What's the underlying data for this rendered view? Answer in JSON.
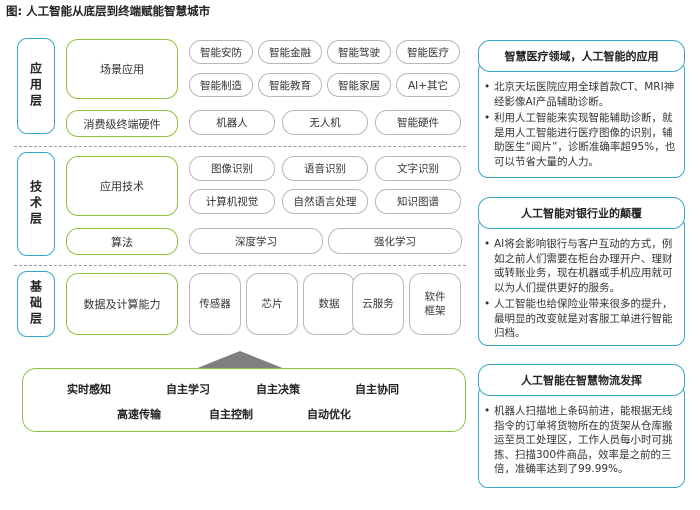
{
  "title": "图: 人工智能从底层到终端赋能智慧城市",
  "layers": {
    "application": {
      "label": "应用层",
      "scene": "场景应用",
      "consumer": "消费级终端硬件",
      "scene_items": [
        "智能安防",
        "智能金融",
        "智能驾驶",
        "智能医疗",
        "智能制造",
        "智能教育",
        "智能家居",
        "AI+其它"
      ],
      "hardware_items": [
        "机器人",
        "无人机",
        "智能硬件"
      ]
    },
    "technology": {
      "label": "技术层",
      "tech": "应用技术",
      "algo": "算法",
      "tech_items": [
        "图像识别",
        "语音识别",
        "文字识别",
        "计算机视觉",
        "自然语言处理",
        "知识图谱"
      ],
      "algo_items": [
        "深度学习",
        "强化学习"
      ]
    },
    "base": {
      "label": "基础层",
      "compute": "数据及计算能力",
      "items": [
        "传感器",
        "芯片",
        "数据",
        "云服务",
        "软件\n框架"
      ]
    }
  },
  "capabilities": {
    "row1": [
      "实时感知",
      "自主学习",
      "自主决策",
      "自主协同"
    ],
    "row2": [
      "高速传输",
      "自主控制",
      "自动优化"
    ]
  },
  "panels": [
    {
      "heading": "智慧医疗领域，人工智能的应用",
      "bullets": [
        "北京天坛医院应用全球首款CT、MRI神经影像AI产品辅助诊断。",
        "利用人工智能来实现智能辅助诊断，就是用人工智能进行医疗图像的识别，辅助医生“阅片”，诊断准确率超95%，也可以节省大量的人力。"
      ]
    },
    {
      "heading": "人工智能对银行业的颠覆",
      "bullets": [
        "AI将会影响银行与客户互动的方式，例如之前人们需要在柜台办理开户、理财或转账业务，现在机器或手机应用就可以为人们提供更好的服务。",
        "人工智能也给保险业带来很多的提升，最明显的改变就是对客服工单进行智能归档。"
      ]
    },
    {
      "heading": "人工智能在智慧物流发挥",
      "bullets": [
        "机器人扫描地上条码前进，能根据无线指令的订单将货物所在的货架从仓库搬运至员工处理区，工作人员每小时可挑拣、扫描300件商品，效率是之前的三倍，准确率达到了99.99%。"
      ]
    }
  ],
  "colors": {
    "blue_border": "#3aa7c8",
    "green_border": "#8cc23f",
    "gray_border": "#b7b7b7",
    "dash": "#9a9a9a",
    "arrow": "#7f7f7f"
  }
}
